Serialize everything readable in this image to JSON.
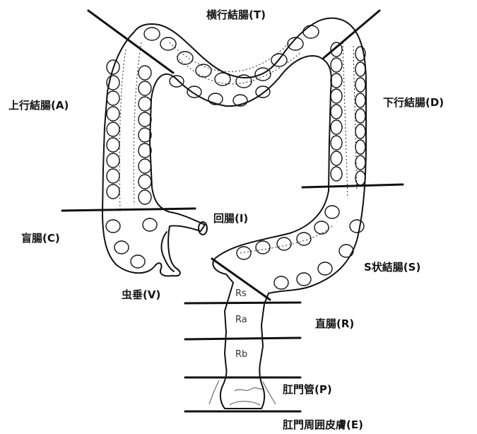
{
  "labels": {
    "transverse": "横行結腸(T)",
    "ascending": "上行結腸(A)",
    "descending": "下行結腸(D)",
    "ileum": "回腸(I)",
    "cecum": "盲腸(C)",
    "sigmoid": "S状結腸(S)",
    "appendix": "虫垂(V)",
    "rectum": "直腸(R)",
    "anal_canal": "肛門管(P)",
    "perianal_skin": "肛門周囲皮膚(E)"
  },
  "segments": {
    "rs": "Rs",
    "ra": "Ra",
    "rb": "Rb"
  },
  "colors": {
    "ink": "#111111",
    "background": "#ffffff"
  }
}
